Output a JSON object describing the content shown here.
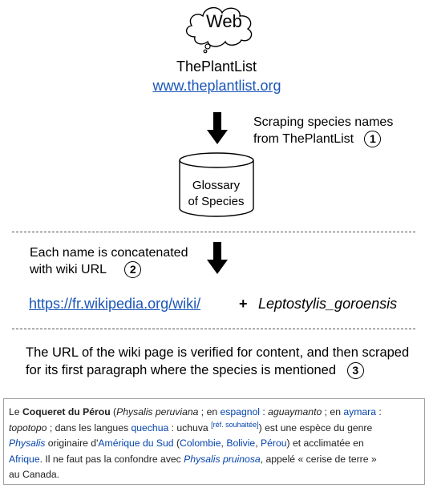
{
  "cloud": {
    "label": "Web"
  },
  "source": {
    "name": "ThePlantList",
    "url": "www.theplantlist.org"
  },
  "step1": {
    "line1": "Scraping species names",
    "line2": "from ThePlantList",
    "number": "1"
  },
  "database": {
    "line1": "Glossary",
    "line2": "of Species"
  },
  "step2": {
    "line1": "Each name is concatenated",
    "line2": "with wiki URL",
    "number": "2"
  },
  "concat": {
    "url": "https://fr.wikipedia.org/wiki/",
    "plus": "+",
    "species": "Leptostylis_goroensis"
  },
  "step3": {
    "line1": "The URL of the wiki page is verified for content, and then scraped",
    "line2": "for its first paragraph where the species is mentioned",
    "number": "3"
  },
  "paragraph": {
    "t1": "Le ",
    "b1": "Coqueret du Pérou",
    "t2": " (",
    "i1": "Physalis peruviana",
    "t3": " ; en ",
    "l1": "espagnol",
    "t4": " : ",
    "i2": "aguaymanto",
    "t5": " ; en ",
    "l2": "aymara",
    "t6": " :",
    "i3": "topotopo",
    "t7": " ; dans les langues ",
    "l3": "quechua",
    "t8": " : uchuva ",
    "sup": "[réf. souhaitée]",
    "t9": ") est une espèce du genre",
    "li1": "Physalis",
    "t10": " originaire d'",
    "l4": "Amérique du Sud",
    "t11": " (",
    "l5": "Colombie",
    "t12": ", ",
    "l6": "Bolivie",
    "t13": ", ",
    "l7": "Pérou",
    "t14": ") et acclimatée en",
    "l8": "Afrique",
    "t15": ". Il ne faut pas la confondre avec ",
    "li2": "Physalis pruinosa",
    "t16": ", appelé « cerise de terre »",
    "t17": "au Canada."
  }
}
